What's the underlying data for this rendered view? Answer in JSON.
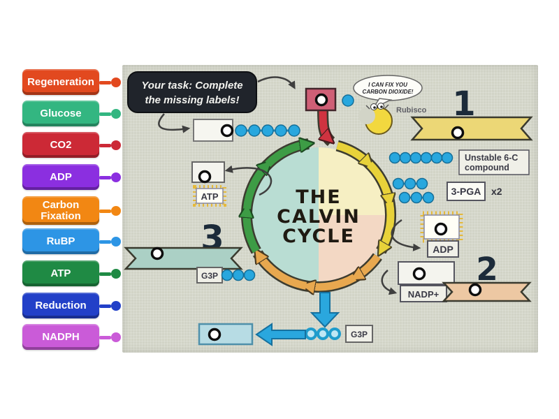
{
  "sidebar": {
    "items": [
      {
        "label": "Regeneration",
        "color": "#e2491f"
      },
      {
        "label": "Glucose",
        "color": "#33b681"
      },
      {
        "label": "CO2",
        "color": "#cc2936"
      },
      {
        "label": "ADP",
        "color": "#8b2fe0"
      },
      {
        "label": "Carbon Fixation",
        "color": "#f28713"
      },
      {
        "label": "RuBP",
        "color": "#2d95e5"
      },
      {
        "label": "ATP",
        "color": "#1f8a44"
      },
      {
        "label": "Reduction",
        "color": "#2240c8"
      },
      {
        "label": "NADPH",
        "color": "#ca5bd8"
      }
    ]
  },
  "diagram": {
    "task_note": {
      "line1": "Your task: Complete",
      "line2": "the missing labels!"
    },
    "speech_bubble": {
      "line1": "I CAN FIX YOU",
      "line2": "CARBON DIOXIDE!"
    },
    "character_label": "Rubisco",
    "center_title": {
      "line1": "THE",
      "line2": "CALVIN",
      "line3": "CYCLE"
    },
    "numbers": {
      "one": "1",
      "two": "2",
      "three": "3"
    },
    "labels": {
      "unstable_line1": "Unstable 6-C",
      "unstable_line2": "compound",
      "pga": "3-PGA",
      "pga_mult": "x2",
      "adp": "ADP",
      "nadp": "NADP+",
      "atp": "ATP",
      "g3p_left": "G3P",
      "g3p_bottom": "G3P"
    },
    "colors": {
      "banner1": "#ecd776",
      "banner2": "#edc8a3",
      "banner3": "#abd0c5",
      "dot_blue": "#28a7de",
      "cycle_teal": "#b9ddd3",
      "cycle_yellow": "#f6efc3",
      "cycle_peach": "#f3d8c4",
      "arrow_green": "#3d9c45",
      "arrow_yellow": "#e8d23a",
      "arrow_orange": "#e8a84f",
      "arrow_red": "#cf3340",
      "pink_box": "#cf5f76",
      "light_blue_box": "#b7dce4"
    }
  }
}
